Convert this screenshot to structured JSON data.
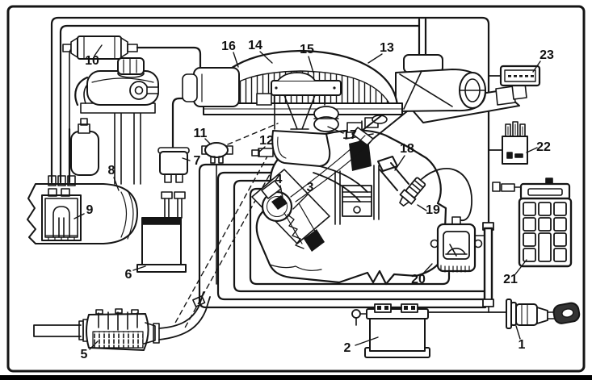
{
  "figure": {
    "description": "Black-and-white technical line diagram of a vehicle fuel-evaporation / emission control system with 23 numbered callouts",
    "callouts": [
      "1",
      "2",
      "3",
      "4",
      "5",
      "6",
      "7",
      "8",
      "9",
      "10",
      "11",
      "12",
      "13",
      "14",
      "15",
      "16",
      "17",
      "18",
      "19",
      "20",
      "21",
      "22",
      "23"
    ]
  },
  "colors": {
    "ink": "#151515",
    "paper": "#ffffff"
  }
}
